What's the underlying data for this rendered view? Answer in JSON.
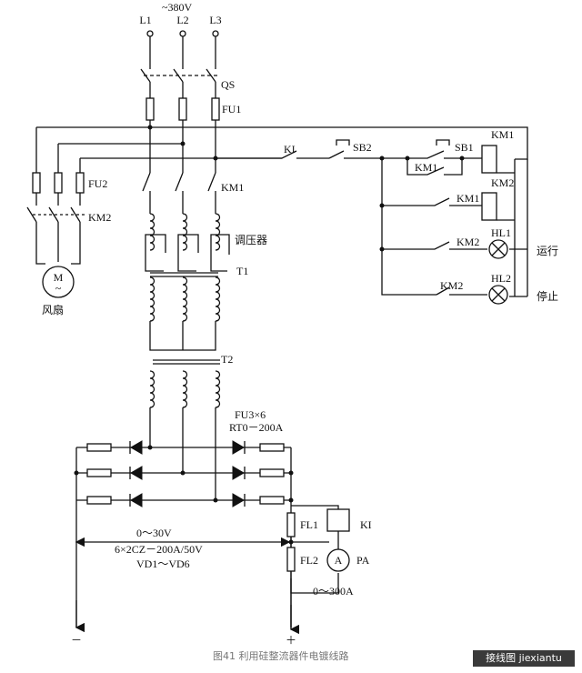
{
  "supply": {
    "voltage": "~380V",
    "phases": [
      "L1",
      "L2",
      "L3"
    ]
  },
  "labels": {
    "qs": "QS",
    "fu1": "FU1",
    "fu2": "FU2",
    "km2_fan": "KM2",
    "km1_main": "KM1",
    "fan_motor": "M",
    "fan_motor_sym": "~",
    "fan_name": "风扇",
    "regulator": "调压器",
    "t1": "T1",
    "t2": "T2",
    "fu3": "FU3×6",
    "fu3_spec": "RT0－200A",
    "ki_contact": "KI",
    "sb2": "SB2",
    "sb1": "SB1",
    "km1_aux": "KM1",
    "km1_coil": "KM1",
    "km1_contact": "KM1",
    "km2_coil": "KM2",
    "km2_contact_run": "KM2",
    "hl1": "HL1",
    "run": "运行",
    "km2_contact_stop": "KM2",
    "hl2": "HL2",
    "stop": "停止",
    "fl1": "FL1",
    "ki_relay": "KI",
    "fl2": "FL2",
    "pa": "PA",
    "ammeter": "A",
    "output_voltage": "0～30V",
    "diode_spec": "6×2CZ－200A/50V",
    "diodes": "VD1～VD6",
    "ammeter_range": "0～300A",
    "minus": "－",
    "plus": "＋"
  },
  "caption": "图41 利用硅整流器件电镀线路",
  "watermark": "接线图 jiexiantu"
}
